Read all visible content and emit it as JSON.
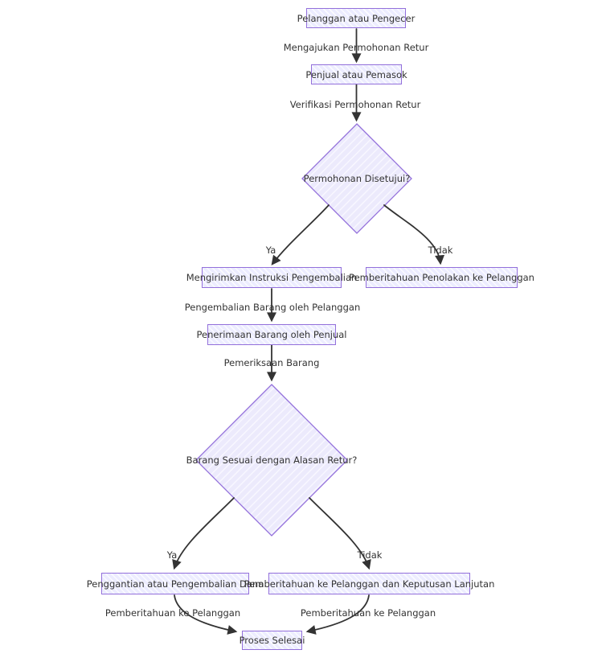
{
  "diagram": {
    "colors": {
      "node_fill": "#ECECFF",
      "node_border": "#9370DB",
      "edge": "#333333",
      "text": "#333333"
    },
    "nodes": {
      "customer": "Pelanggan atau Pengecer",
      "seller": "Penjual atau Pemasok",
      "approval_decision": "Permohonan Disetujui?",
      "send_instructions": "Mengirimkan Instruksi Pengembalian",
      "rejection_notice": "Pemberitahuan Penolakan ke Pelanggan",
      "goods_receipt": "Penerimaan Barang oleh Penjual",
      "match_decision": "Barang Sesuai dengan Alasan Retur?",
      "refund": "Penggantian atau Pengembalian Dana",
      "notify_decision": "Pemberitahuan ke Pelanggan dan Keputusan Lanjutan",
      "done": "Proses Selesai"
    },
    "edges": {
      "submit": "Mengajukan Permohonan Retur",
      "verify": "Verifikasi Permohonan Retur",
      "approved_yes": "Ya",
      "approved_no": "Tidak",
      "return_goods": "Pengembalian Barang oleh Pelanggan",
      "inspect": "Pemeriksaan Barang",
      "match_yes": "Ya",
      "match_no": "Tidak",
      "notify_left": "Pemberitahuan ke Pelanggan",
      "notify_right": "Pemberitahuan ke Pelanggan"
    }
  }
}
